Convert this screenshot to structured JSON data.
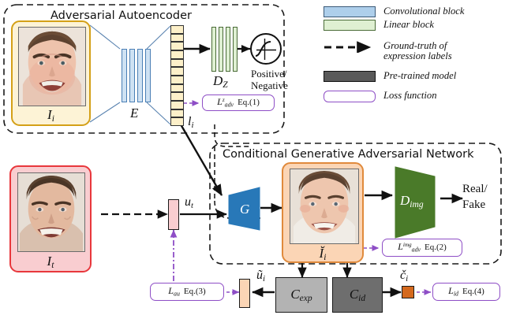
{
  "figure": {
    "title_aae": "Adversarial Autoencoder",
    "title_cgan": "Conditional Generative Adversarial Network"
  },
  "aae": {
    "input_image_caption": "I",
    "input_image_caption_sub": "i",
    "encoder_label": "E",
    "latent_label": "l",
    "latent_label_sub": "i",
    "latent_cells": 12,
    "encoder_bars": 4,
    "discriminator_label": "D",
    "discriminator_label_sub": "Z",
    "discriminator_bars": 4,
    "output_line1": "Positive/",
    "output_line2": "Negative",
    "loss": {
      "name": "L",
      "sub": "adv",
      "sup": "z",
      "eq": "Eq.(1)"
    }
  },
  "cgan": {
    "generator_label": "G",
    "generated_caption": "Ĭ",
    "generated_caption_sub": "i",
    "discriminator_label": "D",
    "discriminator_label_sub": "img",
    "output_line1": "Real/",
    "output_line2": "Fake",
    "loss": {
      "name": "L",
      "sub": "adv",
      "sup": "img",
      "eq": "Eq.(2)"
    }
  },
  "target": {
    "image_caption": "I",
    "image_caption_sub": "t",
    "condition_label": "u",
    "condition_label_sub": "t"
  },
  "classifiers": {
    "expression": {
      "label": "C",
      "sub": "exp"
    },
    "identity": {
      "label": "C",
      "sub": "id"
    },
    "expr_output": {
      "label": "ũ",
      "sub": "i"
    },
    "id_output": {
      "label": "č",
      "sub": "i"
    }
  },
  "losses": {
    "au": {
      "name": "L",
      "sub": "au",
      "eq": "Eq.(3)"
    },
    "id": {
      "name": "L",
      "sub": "id",
      "eq": "Eq.(4)"
    }
  },
  "legend": {
    "items": [
      {
        "key": "conv",
        "label": "Convolutional block",
        "swatch": "conv-block-swatch"
      },
      {
        "key": "linear",
        "label": "Linear block",
        "swatch": "linear-block-swatch"
      },
      {
        "key": "gt",
        "label": "Ground-truth of\nexpression labels",
        "swatch": "dashed-arrow-swatch"
      },
      {
        "key": "pretrained",
        "label": "Pre-trained model",
        "swatch": "pretrained-model-swatch"
      },
      {
        "key": "loss",
        "label": "Loss function",
        "swatch": "loss-function-swatch"
      }
    ]
  },
  "colors": {
    "conv_block": "#aecfeb",
    "linear_block": "#dff0d2",
    "pretrained": "#595959",
    "loss_outline": "#8e4ec6",
    "generator": "#2878b8",
    "discriminator_img": "#4a7a29",
    "frame_source": "#d4a017",
    "frame_target": "#e8373c",
    "frame_generated": "#e08a3c",
    "latent_cell": "#fdf0c9",
    "id_marker": "#d4691e"
  }
}
